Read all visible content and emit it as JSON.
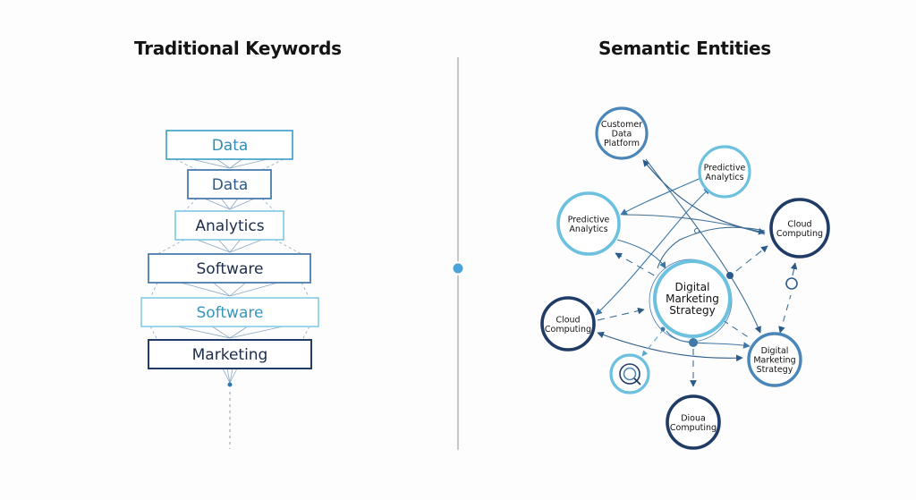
{
  "titles": {
    "left": "Traditional Keywords",
    "right": "Semantic Entities"
  },
  "colors": {
    "dark_navy": "#1f3b66",
    "mid_blue": "#4a86b8",
    "light_blue": "#6cc0e0",
    "teal_text": "#2f8fb8",
    "divider": "#b5b5b5",
    "divider_dot": "#4aa3db"
  },
  "keywords": [
    {
      "label": "Data",
      "style": "teal"
    },
    {
      "label": "Data",
      "style": "mid"
    },
    {
      "label": "Analytics",
      "style": "light"
    },
    {
      "label": "Software",
      "style": "mid"
    },
    {
      "label": "Software",
      "style": "light-teal"
    },
    {
      "label": "Marketing",
      "style": "dark"
    }
  ],
  "entities": [
    {
      "id": "cdp",
      "lines": [
        "Customer",
        "Data",
        "Platform"
      ],
      "style": "mid"
    },
    {
      "id": "pa1",
      "lines": [
        "Predictive",
        "Analytics"
      ],
      "style": "light"
    },
    {
      "id": "pa2",
      "lines": [
        "Predictive",
        "Analytics"
      ],
      "style": "light"
    },
    {
      "id": "cc1",
      "lines": [
        "Cloud",
        "Computing"
      ],
      "style": "dark"
    },
    {
      "id": "dms",
      "lines": [
        "Digital",
        "Marketing",
        "Strategy"
      ],
      "style": "light",
      "central": true
    },
    {
      "id": "cc2",
      "lines": [
        "Cloud",
        "Computing"
      ],
      "style": "dark"
    },
    {
      "id": "dms2",
      "lines": [
        "Digital",
        "Marketing",
        "Strategy"
      ],
      "style": "mid"
    },
    {
      "id": "search",
      "lines": [],
      "style": "light",
      "icon": "search-icon"
    },
    {
      "id": "cc3",
      "lines": [
        "Dioua",
        "Computing"
      ],
      "style": "dark"
    }
  ]
}
